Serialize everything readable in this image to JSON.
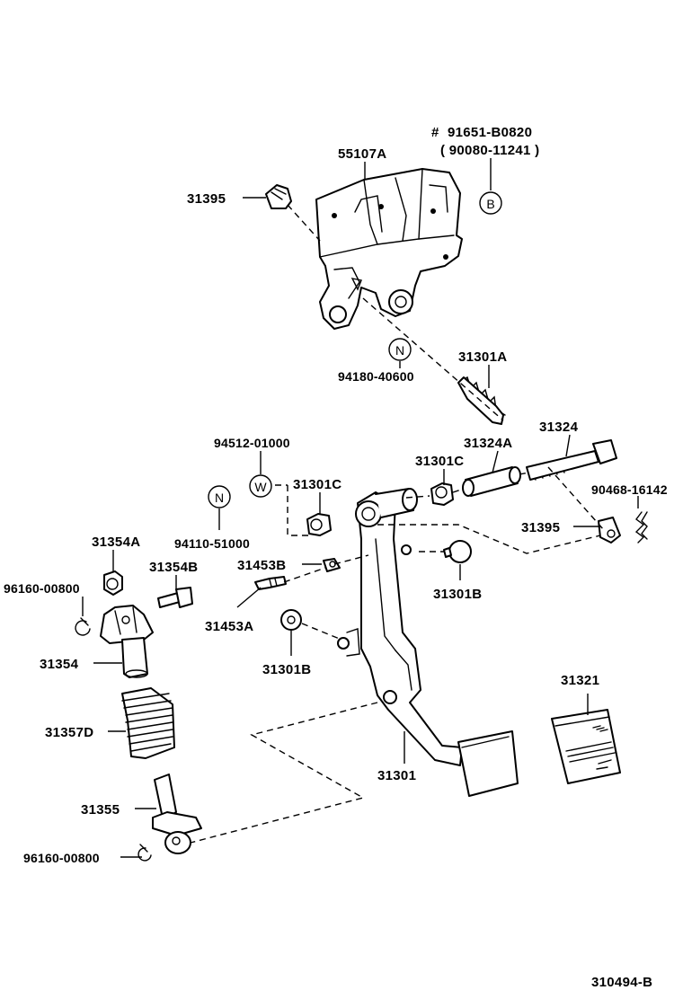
{
  "labels": {
    "bracket": "55107A",
    "clip_top": "31395",
    "hash_mark": "#",
    "bolt_part": "91651-B0820",
    "bolt_alt": "( 90080-11241 )",
    "mark_b": "B",
    "mark_n_top": "N",
    "nut_top": "94180-40600",
    "spring": "31301A",
    "pin": "31324",
    "collar": "31324A",
    "bushing_c_right": "31301C",
    "clip_right_part": "90468-16142",
    "clip_right": "31395",
    "washer_part": "94512-01000",
    "mark_w": "W",
    "bushing_c_left": "31301C",
    "mark_n_left": "N",
    "nut_left": "94110-51000",
    "cushion_a": "31354A",
    "clip_upper_left": "96160-00800",
    "pin_b": "31354B",
    "bolt_b": "31453B",
    "stopper_b_right": "31301B",
    "bolt_a": "31453A",
    "rod": "31354",
    "boot": "31357D",
    "stopper_b_left": "31301B",
    "pad": "31321",
    "pedal": "31301",
    "clevis": "31355",
    "clip_lower_left": "96160-00800",
    "diagram_code": "310494-B"
  }
}
